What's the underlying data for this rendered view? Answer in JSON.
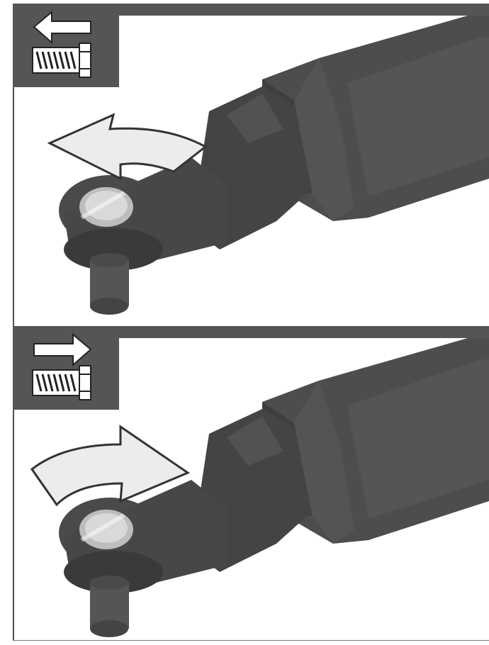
{
  "figures": [
    {
      "id": "reverse",
      "arrow_direction": "left",
      "step_icons": [
        "arrow-left-icon",
        "bolt-icon"
      ],
      "rotation_arrow_icon": "counterclockwise-arrow-icon",
      "rotation": "counterclockwise"
    },
    {
      "id": "forward",
      "arrow_direction": "right",
      "step_icons": [
        "arrow-right-icon",
        "bolt-icon"
      ],
      "rotation_arrow_icon": "clockwise-arrow-icon",
      "rotation": "clockwise"
    }
  ],
  "colors": {
    "panel": "#555555",
    "tool_body": "#4a4a4a",
    "tool_dark": "#3a3a3a",
    "arrow_fill": "#e6e6e6"
  }
}
